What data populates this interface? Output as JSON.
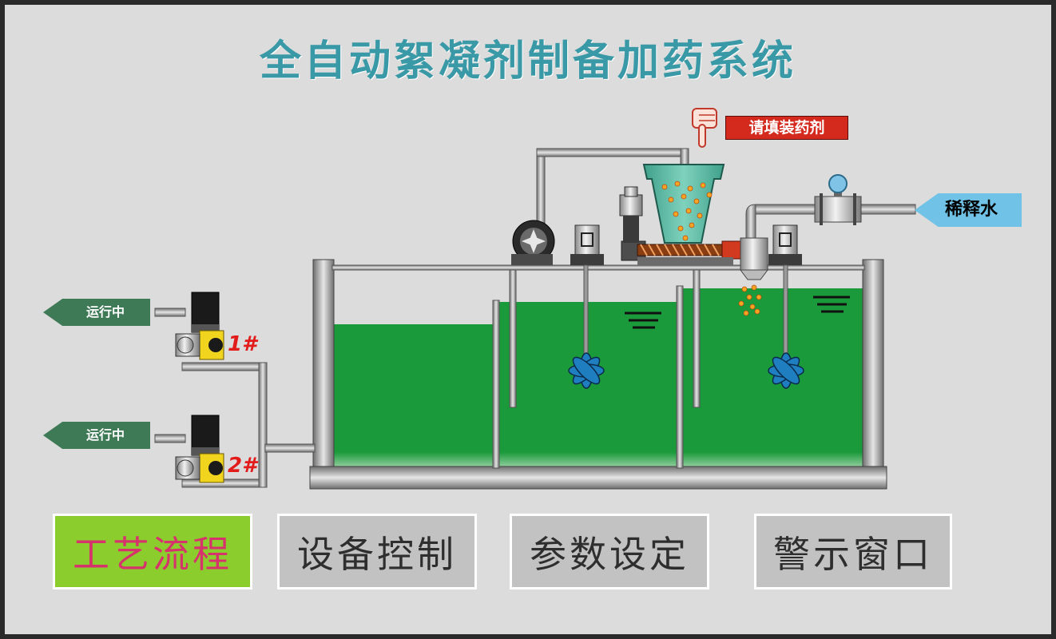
{
  "title": "全自动絮凝剂制备加药系统",
  "hopper_tag": "请填装药剂",
  "dilution_water": "稀释水",
  "pumps": [
    {
      "number": "1#",
      "status": "运行中"
    },
    {
      "number": "2#",
      "status": "运行中"
    }
  ],
  "nav": {
    "process_flow": "工艺流程",
    "equipment_control": "设备控制",
    "parameter_setting": "参数设定",
    "alarm_window": "警示窗口"
  },
  "colors": {
    "title": "#3a99a6",
    "liquid": "#1a9a3a",
    "active_tab": "#8ccd2e",
    "active_tab_text": "#d6336c",
    "alert": "#d42a1e"
  }
}
